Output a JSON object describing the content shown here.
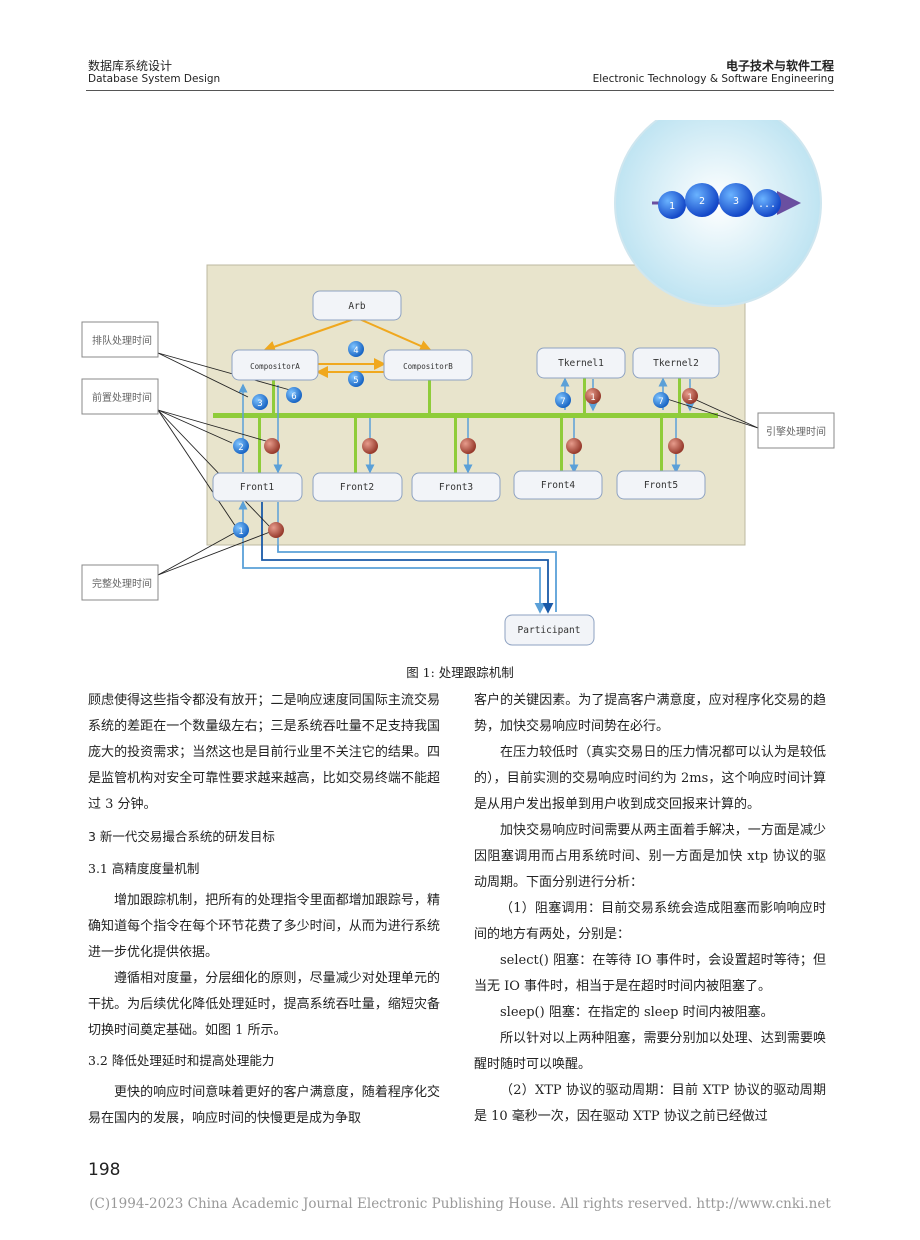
{
  "header": {
    "left_cn": "数据库系统设计",
    "left_en": "Database System Design",
    "right_cn": "电子技术与软件工程",
    "right_en": "Electronic Technology & Software Engineering"
  },
  "figure": {
    "nodes": {
      "arb": "Arb",
      "compositorA": "CompositorA",
      "compositorB": "CompositorB",
      "tkernel1": "Tkernel1",
      "tkernel2": "Tkernel2",
      "front1": "Front1",
      "front2": "Front2",
      "front3": "Front3",
      "front4": "Front4",
      "front5": "Front5",
      "participant": "Participant"
    },
    "labels": {
      "queue": "排队处理时间",
      "pre": "前置处理时间",
      "engine": "引擎处理时间",
      "complete": "完整处理时间"
    },
    "markers": {
      "m1": "1",
      "m2": "2",
      "m3": "3",
      "m4": "4",
      "m5": "5",
      "m6": "6",
      "m7": "7"
    },
    "bubble": {
      "b1": "1",
      "b2": "2",
      "b3": "3",
      "b4": "..."
    },
    "caption": "图 1:  处理跟踪机制"
  },
  "left_column": {
    "p1": "顾虑使得这些指令都没有放开；二是响应速度同国际主流交易系统的差距在一个数量级左右；三是系统吞吐量不足支持我国庞大的投资需求；当然这也是目前行业里不关注它的结果。四是监管机构对安全可靠性要求越来越高，比如交易终端不能超过 3 分钟。",
    "sec3": "3 新一代交易撮合系统的研发目标",
    "sub31": "3.1  高精度度量机制",
    "p2": "增加跟踪机制，把所有的处理指令里面都增加跟踪号，精确知道每个指令在每个环节花费了多少时间，从而为进行系统进一步优化提供依据。",
    "p3": "遵循相对度量，分层细化的原则，尽量减少对处理单元的干扰。为后续优化降低处理延时，提高系统吞吐量，缩短灾备切换时间奠定基础。如图 1 所示。",
    "sub32": "3.2  降低处理延时和提高处理能力",
    "p4": "更快的响应时间意味着更好的客户满意度，随着程序化交易在国内的发展，响应时间的快慢更是成为争取"
  },
  "right_column": {
    "p1": "客户的关键因素。为了提高客户满意度，应对程序化交易的趋势，加快交易响应时间势在必行。",
    "p2": "在压力较低时（真实交易日的压力情况都可以认为是较低的），目前实测的交易响应时间约为 2ms，这个响应时间计算是从用户发出报单到用户收到成交回报来计算的。",
    "p3": "加快交易响应时间需要从两主面着手解决，一方面是减少因阻塞调用而占用系统时间、别一方面是加快 xtp 协议的驱动周期。下面分别进行分析：",
    "p4": "（1）阻塞调用：目前交易系统会造成阻塞而影响响应时间的地方有两处，分别是：",
    "p5": "select() 阻塞：在等待 IO 事件时，会设置超时等待；但当无 IO 事件时，相当于是在超时时间内被阻塞了。",
    "p6": "sleep() 阻塞：在指定的 sleep 时间内被阻塞。",
    "p7": "所以针对以上两种阻塞，需要分别加以处理、达到需要唤醒时随时可以唤醒。",
    "p8": "（2）XTP 协议的驱动周期：目前 XTP 协议的驱动周期是 10 毫秒一次，因在驱动 XTP 协议之前已经做过"
  },
  "footer": {
    "page_number": "198",
    "copyright": "(C)1994-2023 China Academic Journal Electronic Publishing House. All rights reserved.    http://www.cnki.net"
  },
  "colors": {
    "panel_bg": "#e8e4cc",
    "bus_green": "#8fcc3a",
    "arrow_orange": "#f0a81e",
    "marker_blue": "#2a7dd6",
    "marker_red": "#b04a3c",
    "bubble_blue": "#1e5fd8",
    "arrow_purple": "#6a4fa0"
  }
}
